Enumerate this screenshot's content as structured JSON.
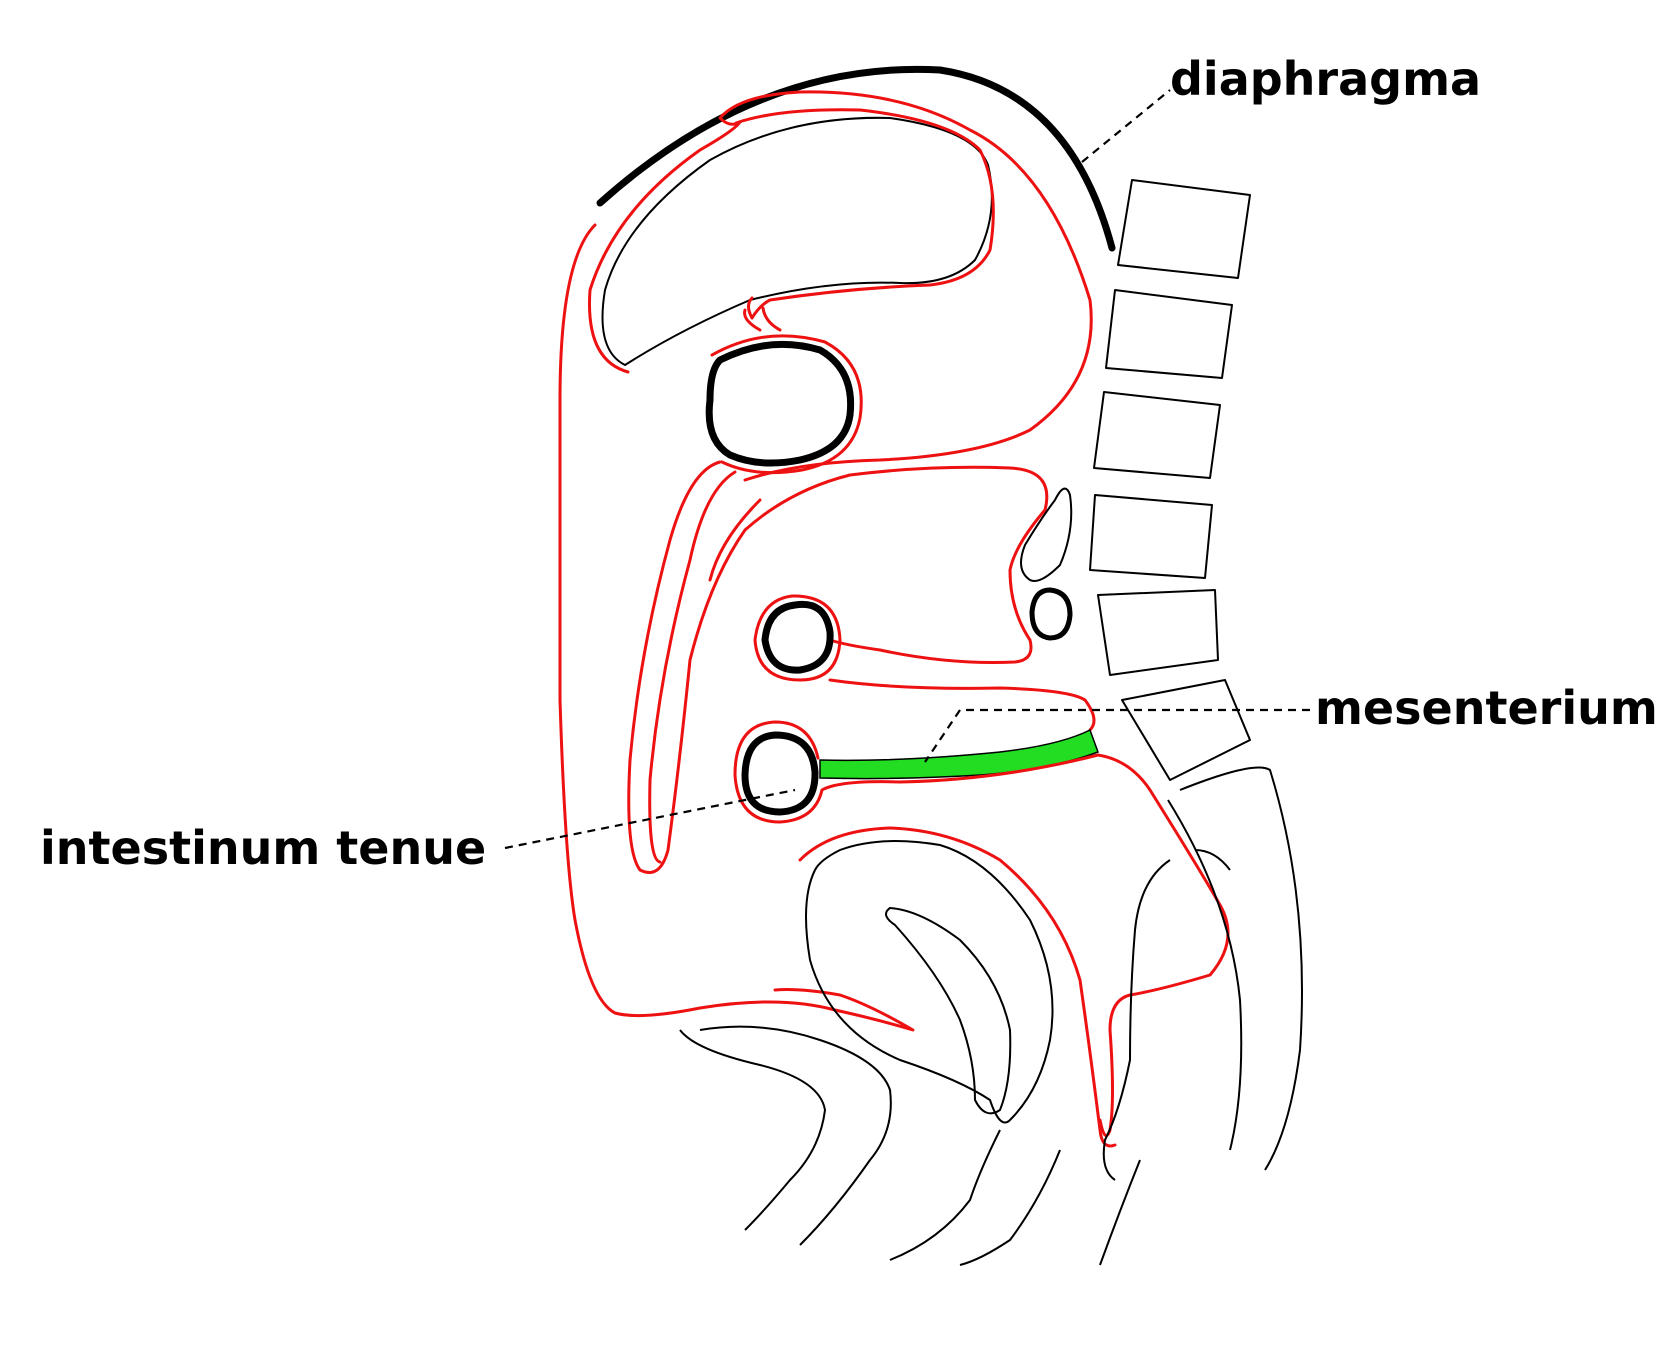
{
  "labels": {
    "diaphragma": "diaphragma",
    "mesenterium": "mesenterium",
    "intestinum_tenue": "intestinum tenue"
  },
  "colors": {
    "peritoneum": "#ee1111",
    "mesentery_fill": "#22dd22",
    "outline": "#000000",
    "background": "#ffffff"
  }
}
